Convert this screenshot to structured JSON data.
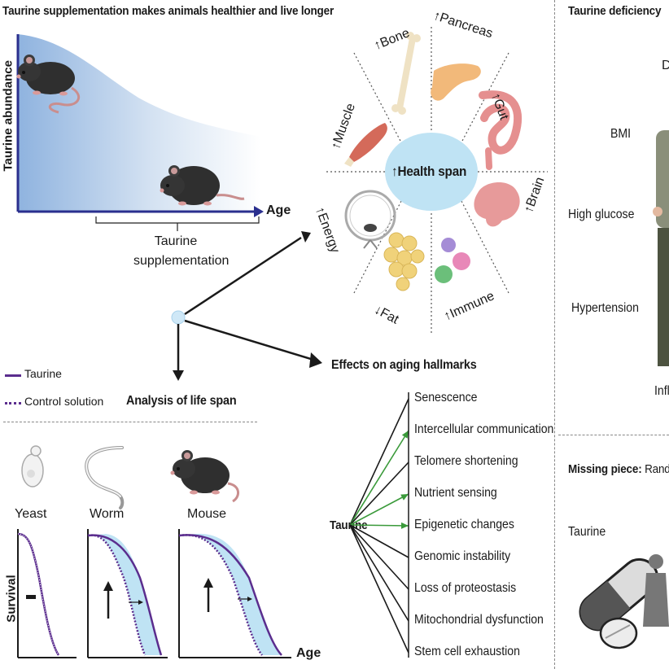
{
  "main_title": "Taurine supplementation makes animals healthier and live longer",
  "left_panel": {
    "y_axis_label": "Taurine abundance",
    "x_axis_label": "Age",
    "supplementation_label_line1": "Taurine",
    "supplementation_label_line2": "supplementation",
    "analysis_label": "Analysis of life span",
    "legend": [
      {
        "label": "Taurine",
        "style": "solid",
        "color": "#5b2d8e"
      },
      {
        "label": "Control solution",
        "style": "dotted",
        "color": "#5b2d8e"
      }
    ]
  },
  "health_span": {
    "center_label": "Health span",
    "center_arrow": "↑",
    "segments": [
      {
        "label": "Bone",
        "arrow": "↑"
      },
      {
        "label": "Pancreas",
        "arrow": "↑"
      },
      {
        "label": "Gut",
        "arrow": "↑"
      },
      {
        "label": "Brain",
        "arrow": "↑"
      },
      {
        "label": "Immune",
        "arrow": "↑"
      },
      {
        "label": "Fat",
        "arrow": "↓"
      },
      {
        "label": "Energy",
        "arrow": "↑"
      },
      {
        "label": "Muscle",
        "arrow": "↑"
      }
    ]
  },
  "aging_hallmarks": {
    "title": "Effects on aging hallmarks",
    "source_label": "Taurine",
    "items": [
      {
        "label": "Senescence",
        "link_color": "#1a1a1a"
      },
      {
        "label": "Intercellular communication",
        "link_color": "#3a9a3a"
      },
      {
        "label": "Telomere shortening",
        "link_color": "#1a1a1a"
      },
      {
        "label": "Nutrient sensing",
        "link_color": "#3a9a3a"
      },
      {
        "label": "Epigenetic changes",
        "link_color": "#3a9a3a"
      },
      {
        "label": "Genomic instability",
        "link_color": "#1a1a1a"
      },
      {
        "label": "Loss of proteostasis",
        "link_color": "#1a1a1a"
      },
      {
        "label": "Mitochondrial dysfunction",
        "link_color": "#1a1a1a"
      },
      {
        "label": "Stem cell exhaustion",
        "link_color": "#1a1a1a"
      }
    ]
  },
  "survival": {
    "y_axis_label": "Survival",
    "x_axis_label": "Age",
    "organisms": [
      {
        "name": "Yeast",
        "effect": "none"
      },
      {
        "name": "Worm",
        "effect": "increase"
      },
      {
        "name": "Mouse",
        "effect": "increase"
      }
    ]
  },
  "right_panel": {
    "deficiency_title": "Taurine deficiency",
    "factors": [
      "D",
      "BMI",
      "High glucose",
      "Hypertension",
      "Infla"
    ],
    "missing_piece_bold": "Missing piece:",
    "missing_piece_rest": "Rand",
    "taurine_label": "Taurine"
  },
  "colors": {
    "purple": "#5b2d8e",
    "light_blue": "#bfe3f4",
    "navy": "#2a2f8e",
    "green": "#3a9a3a"
  }
}
